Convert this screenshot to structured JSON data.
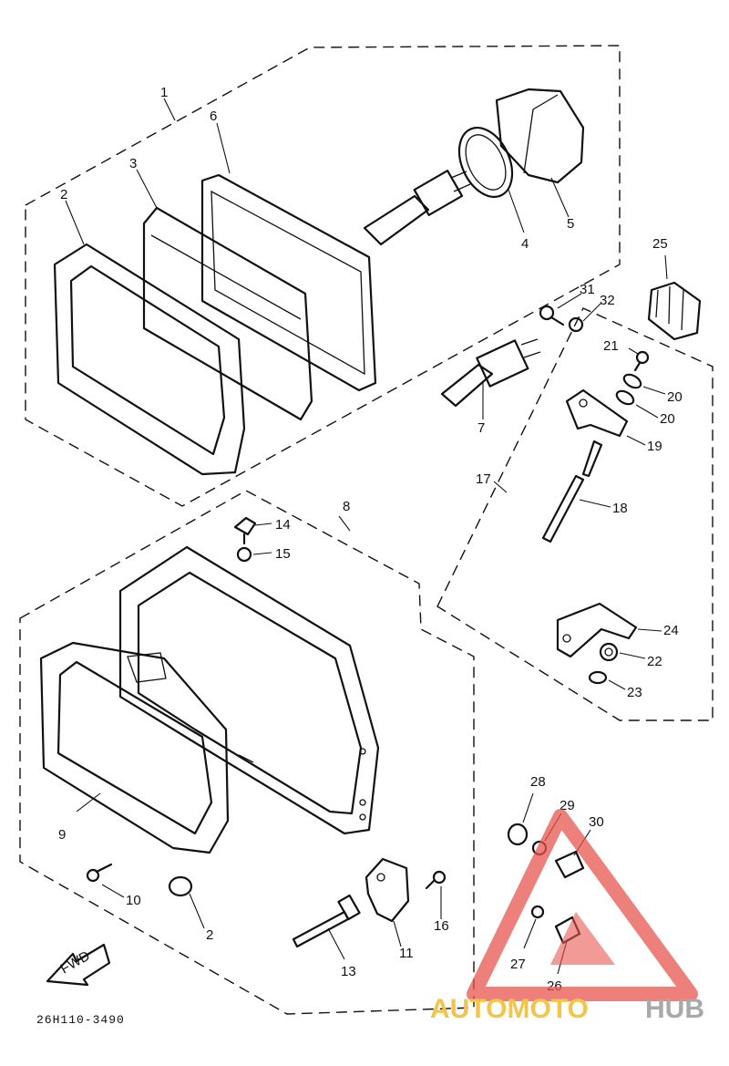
{
  "diagram": {
    "reference_code": "26H110-3490",
    "direction_arrow": "FWD",
    "part_labels": [
      "1",
      "2",
      "3",
      "4",
      "5",
      "6",
      "7",
      "8",
      "9",
      "10",
      "2",
      "11",
      "13",
      "14",
      "15",
      "16",
      "17",
      "18",
      "19",
      "20",
      "20",
      "21",
      "22",
      "23",
      "24",
      "25",
      "26",
      "27",
      "28",
      "29",
      "30",
      "31",
      "32"
    ]
  },
  "watermark": {
    "word1": "AUTOMOTO",
    "word2": "HUB",
    "color_primary": "#f2c54a",
    "color_secondary": "#a9a9a9",
    "logo_color": "#e8564f"
  }
}
